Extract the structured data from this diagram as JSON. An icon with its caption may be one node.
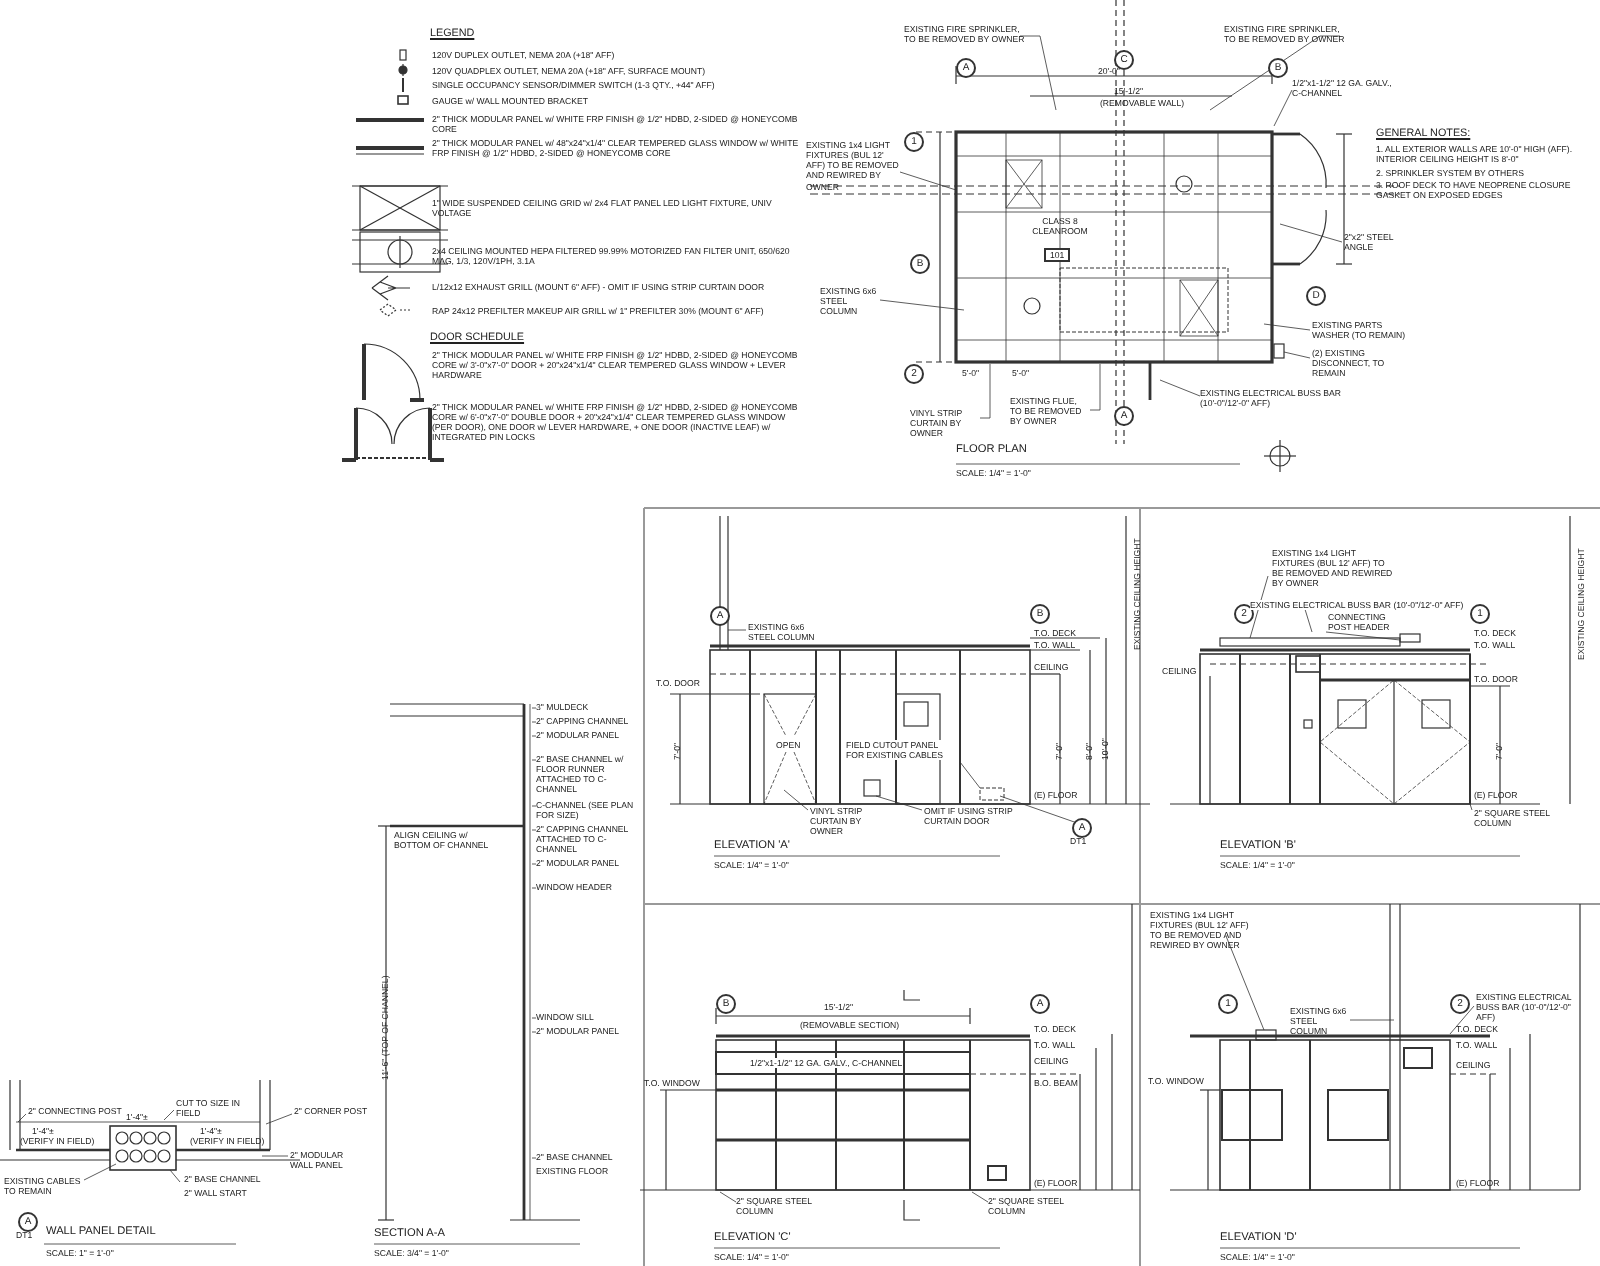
{
  "diagram": {
    "labels": [
      "LEGEND",
      "DOOR SCHEDULE",
      "EXISTING FIRE SPRINKLER, TO BE REMOVED BY OWNER",
      "EXISTING FIRE SPRINKLER, TO BE REMOVED BY OWNER",
      "A",
      "C",
      "B",
      "20'-0\"",
      "15'-1/2\"",
      "(REMOVABLE WALL)",
      "1/2\"x1-1/2\" 12 GA. GALV., C-CHANNEL",
      "1",
      "GENERAL NOTES:",
      "1. ALL EXTERIOR WALLS ARE 10'-0\" HIGH (AFF). INTERIOR CEILING HEIGHT IS 8'-0\"",
      "2. SPRINKLER SYSTEM BY OTHERS",
      "3. ROOF DECK TO HAVE NEOPRENE CLOSURE GASKET ON EXPOSED EDGES",
      "EXISTING 1x4 LIGHT FIXTURES (BUL 12' AFF) TO BE REMOVED AND REWIRED BY OWNER",
      "CLASS 8 CLEANROOM",
      "101",
      "B",
      "2\"x2\" STEEL ANGLE",
      "EXISTING 6x6 STEEL COLUMN",
      "D",
      "EXISTING PARTS WASHER (TO REMAIN)",
      "2",
      "(2) EXISTING DISCONNECT, TO REMAIN",
      "5'-0\"",
      "5'-0\"",
      "EXISTING ELECTRICAL BUSS BAR (10'-0\"/12'-0\" AFF)",
      "VINYL STRIP CURTAIN BY OWNER",
      "EXISTING FLUE, TO BE REMOVED BY OWNER",
      "A",
      "FLOOR PLAN",
      "SCALE: 1/4\" = 1'-0\"",
      "A",
      "B",
      "EXISTING 6x6 STEEL COLUMN",
      "T.O. DECK",
      "T.O. WALL",
      "CEILING",
      "T.O. DOOR",
      "OPEN",
      "7'-0\"",
      "7'-0\"",
      "8'-0\"",
      "10'-0\"",
      "EXISTING CEILING HEIGHT",
      "FIELD CUTOUT PANEL FOR EXISTING CABLES",
      "(E) FLOOR",
      "VINYL STRIP CURTAIN BY OWNER",
      "OMIT IF USING STRIP CURTAIN DOOR",
      "ELEVATION 'A'",
      "SCALE: 1/4\" = 1'-0\"",
      "EXISTING 1x4 LIGHT FIXTURES (BUL 12' AFF) TO BE REMOVED AND REWIRED BY OWNER",
      "2",
      "EXISTING ELECTRICAL BUSS BAR (10'-0\"/12'-0\" AFF)",
      "1",
      "CONNECTING POST HEADER",
      "T.O. DECK",
      "T.O. WALL",
      "CEILING",
      "T.O. DOOR",
      "7'-0\"",
      "(E) FLOOR",
      "2\" SQUARE STEEL COLUMN",
      "EXISTING CEILING HEIGHT",
      "ELEVATION 'B'",
      "SCALE: 1/4\" = 1'-0\"",
      "3\" MULDECK",
      "2\" CAPPING CHANNEL",
      "2\" MODULAR PANEL",
      "2\" BASE CHANNEL w/ FLOOR RUNNER ATTACHED TO C-CHANNEL",
      "C-CHANNEL (SEE PLAN FOR SIZE)",
      "ALIGN CEILING w/ BOTTOM OF CHANNEL",
      "2\" CAPPING CHANNEL ATTACHED TO C-CHANNEL",
      "2\" MODULAR PANEL",
      "WINDOW HEADER",
      "11'-6\" (TOP OF CHANNEL)",
      "WINDOW SILL",
      "2\" MODULAR PANEL",
      "2\" BASE CHANNEL",
      "EXISTING FLOOR",
      "SECTION A-A",
      "SCALE: 3/4\" = 1'-0\"",
      "B",
      "15'-1/2\"",
      "(REMOVABLE SECTION)",
      "A",
      "T.O. DECK",
      "T.O. WALL",
      "1/2\"x1-1/2\" 12 GA. GALV., C-CHANNEL",
      "CEILING",
      "T.O. WINDOW",
      "B.O. BEAM",
      "(E) FLOOR",
      "2\" SQUARE STEEL COLUMN",
      "2\" SQUARE STEEL COLUMN",
      "ELEVATION 'C'",
      "SCALE: 1/4\" = 1'-0\"",
      "EXISTING 1x4 LIGHT FIXTURES (BUL 12' AFF) TO BE REMOVED AND REWIRED BY OWNER",
      "1",
      "EXISTING 6x6 STEEL COLUMN",
      "2",
      "EXISTING ELECTRICAL BUSS BAR (10'-0\"/12'-0\" AFF)",
      "T.O. DECK",
      "T.O. WALL",
      "T.O. WINDOW",
      "CEILING",
      "(E) FLOOR",
      "ELEVATION 'D'",
      "SCALE: 1/4\" = 1'-0\"",
      "2\" CONNECTING POST",
      "CUT TO SIZE IN FIELD",
      "2\" CORNER POST",
      "1'-4\"±",
      "(VERIFY IN FIELD)",
      "1'-4\"±",
      "1'-4\"±",
      "(VERIFY IN FIELD)",
      "2\" MODULAR WALL PANEL",
      "EXISTING CABLES TO REMAIN",
      "2\" BASE CHANNEL",
      "2\" WALL START",
      "A",
      "DT1",
      "WALL PANEL DETAIL",
      "SCALE: 1\" = 1'-0\"",
      "A",
      "DT1"
    ],
    "legend": [
      {
        "text": "120V DUPLEX OUTLET, NEMA 20A (+18\" AFF)"
      },
      {
        "text": "120V QUADPLEX OUTLET, NEMA 20A (+18\" AFF, SURFACE MOUNT)"
      },
      {
        "text": "SINGLE OCCUPANCY SENSOR/DIMMER SWITCH (1-3 QTY., +44\" AFF)"
      },
      {
        "text": "GAUGE w/ WALL MOUNTED BRACKET"
      },
      {
        "text": "2\" THICK MODULAR PANEL w/ WHITE FRP FINISH @ 1/2\" HDBD, 2-SIDED @ HONEYCOMB CORE"
      },
      {
        "text": "2\" THICK MODULAR PANEL w/ 48\"x24\"x1/4\" CLEAR TEMPERED GLASS WINDOW w/ WHITE FRP FINISH @ 1/2\" HDBD, 2-SIDED @ HONEYCOMB CORE"
      },
      {
        "text": "1\" WIDE SUSPENDED CEILING GRID w/ 2x4 FLAT PANEL LED LIGHT FIXTURE, UNIV VOLTAGE"
      },
      {
        "text": "2x4 CEILING MOUNTED HEPA FILTERED 99.99% MOTORIZED FAN FILTER UNIT, 650/620 MAG, 1/3, 120V/1PH, 3.1A"
      },
      {
        "text": "L/12x12 EXHAUST GRILL (MOUNT 6\" AFF) - OMIT IF USING STRIP CURTAIN DOOR"
      },
      {
        "text": "RAP 24x12 PREFILTER MAKEUP AIR GRILL w/ 1\" PREFILTER 30% (MOUNT 6\" AFF)"
      },
      {
        "text": "2\" THICK MODULAR PANEL w/ WHITE FRP FINISH @ 1/2\" HDBD, 2-SIDED @ HONEYCOMB CORE w/ 3'-0\"x7'-0\" DOOR + 20\"x24\"x1/4\" CLEAR TEMPERED GLASS WINDOW + LEVER HARDWARE"
      },
      {
        "text": "2\" THICK MODULAR PANEL w/ WHITE FRP FINISH @ 1/2\" HDBD, 2-SIDED @ HONEYCOMB CORE w/ 6'-0\"x7'-0\" DOUBLE DOOR + 20\"x24\"x1/4\" CLEAR TEMPERED GLASS WINDOW (PER DOOR), ONE DOOR w/ LEVER HARDWARE, + ONE DOOR (INACTIVE LEAF) w/ INTEGRATED PIN LOCKS"
      }
    ]
  }
}
